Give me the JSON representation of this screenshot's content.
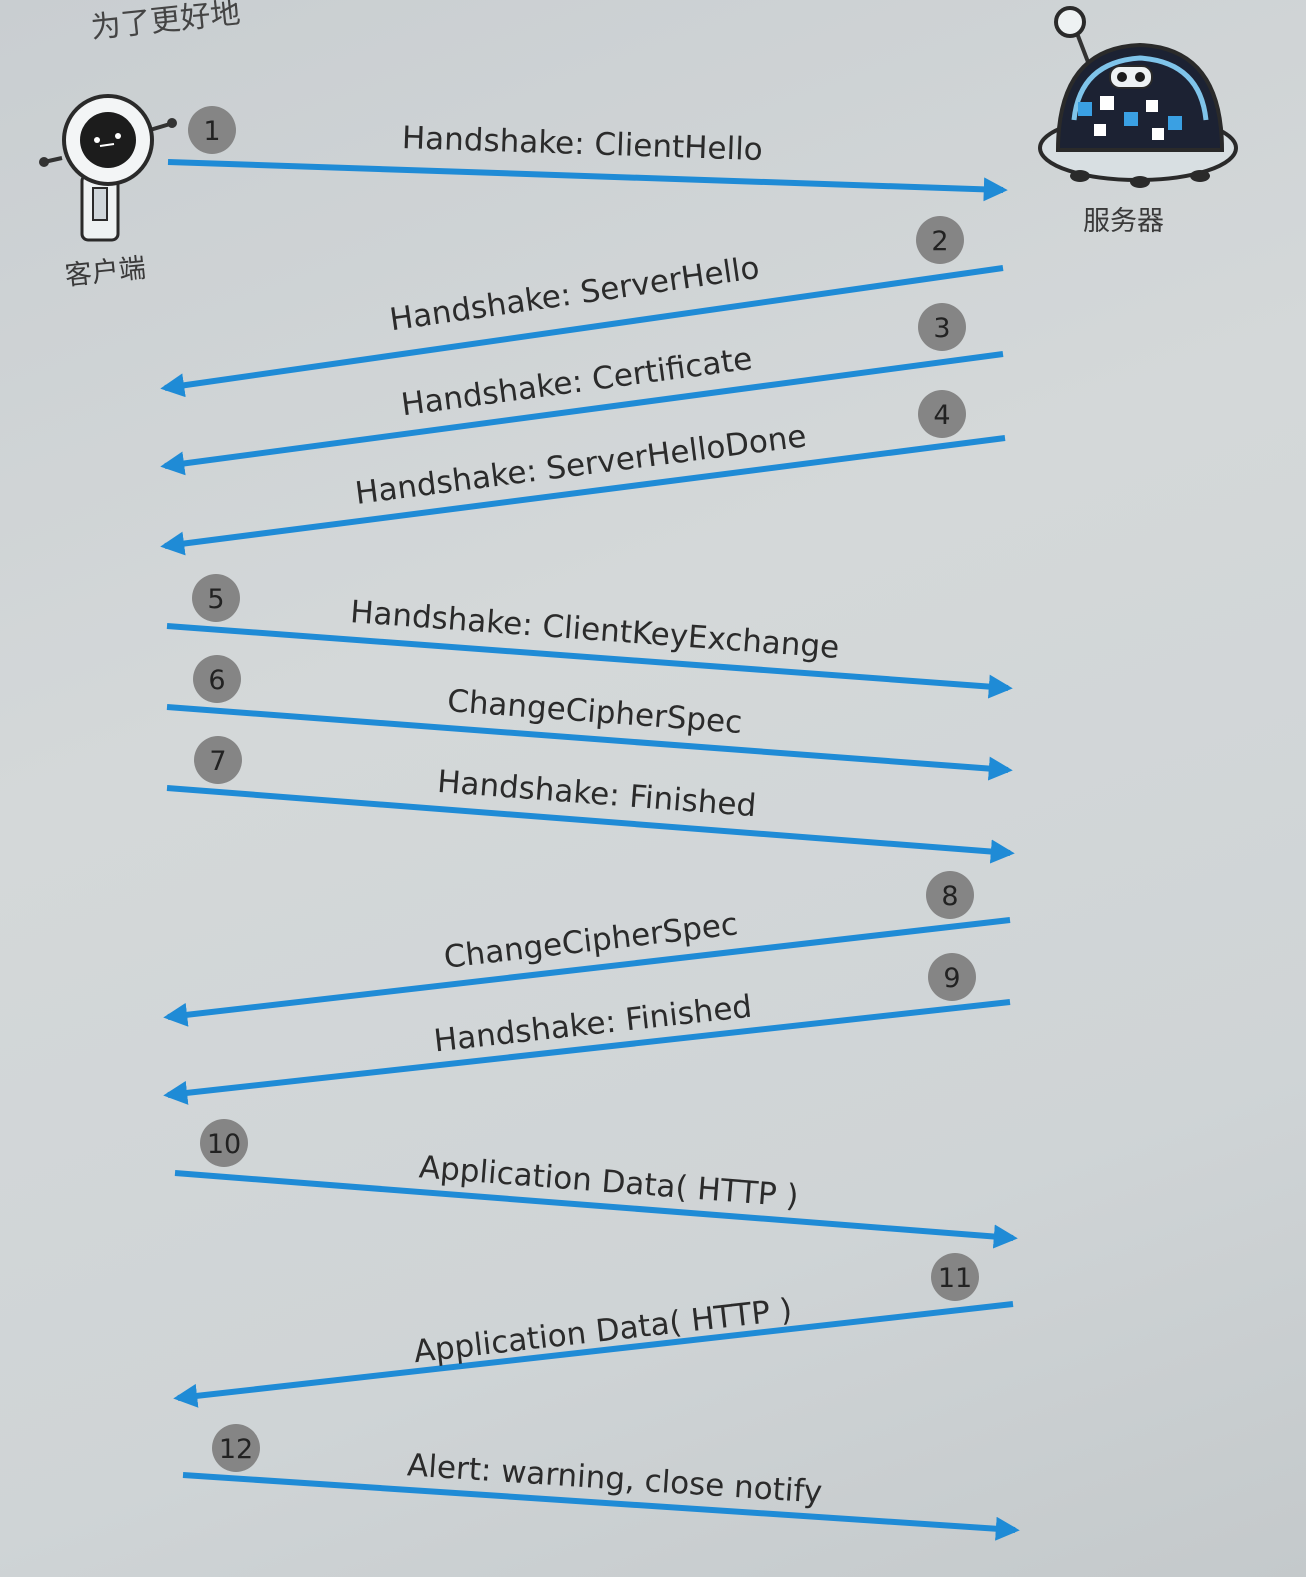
{
  "header_text": "为了更好地",
  "actors": {
    "client": {
      "label": "客户端"
    },
    "server": {
      "label": "服务器"
    }
  },
  "colors": {
    "arrow": "#1f8bd6",
    "step_circle": "#858585"
  },
  "messages": [
    {
      "step": "1",
      "label": "Handshake: ClientHello",
      "direction": "client-to-server"
    },
    {
      "step": "2",
      "label": "Handshake: ServerHello",
      "direction": "server-to-client"
    },
    {
      "step": "3",
      "label": "Handshake: Certificate",
      "direction": "server-to-client"
    },
    {
      "step": "4",
      "label": "Handshake: ServerHelloDone",
      "direction": "server-to-client"
    },
    {
      "step": "5",
      "label": "Handshake: ClientKeyExchange",
      "direction": "client-to-server"
    },
    {
      "step": "6",
      "label": "ChangeCipherSpec",
      "direction": "client-to-server"
    },
    {
      "step": "7",
      "label": "Handshake: Finished",
      "direction": "client-to-server"
    },
    {
      "step": "8",
      "label": "ChangeCipherSpec",
      "direction": "server-to-client"
    },
    {
      "step": "9",
      "label": "Handshake: Finished",
      "direction": "server-to-client"
    },
    {
      "step": "10",
      "label": "Application Data( HTTP )",
      "direction": "client-to-server"
    },
    {
      "step": "11",
      "label": "Application Data( HTTP )",
      "direction": "server-to-client"
    },
    {
      "step": "12",
      "label": "Alert: warning, close notify",
      "direction": "client-to-server"
    }
  ]
}
